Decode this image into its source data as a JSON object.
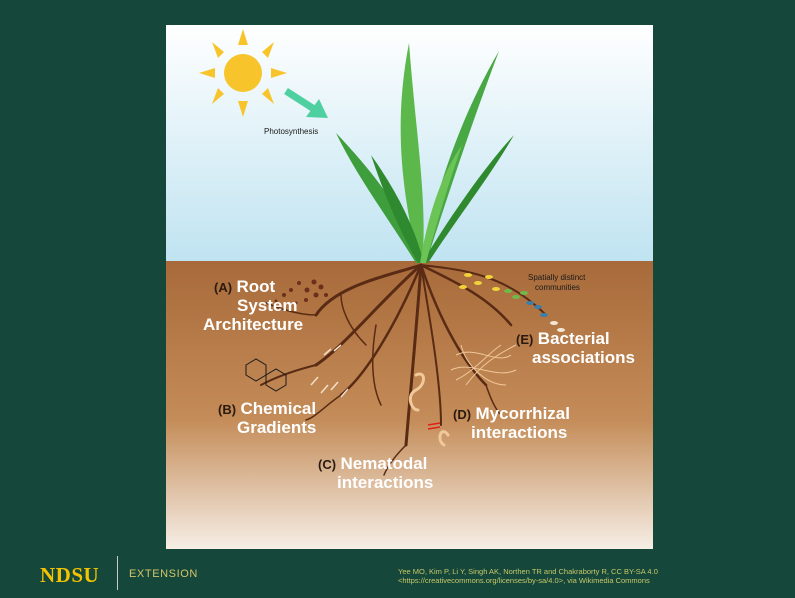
{
  "figure": {
    "photosynthesis": "Photosynthesis",
    "communities_line1": "Spatially distinct",
    "communities_line2": "communities",
    "a_key": "(A)",
    "a_line1": "Root",
    "a_line2": "System",
    "a_line3": "Architecture",
    "b_key": "(B)",
    "b_line1": "Chemical",
    "b_line2": "Gradients",
    "c_key": "(C)",
    "c_line1": "Nematodal",
    "c_line2": "interactions",
    "d_key": "(D)",
    "d_line1": "Mycorrhizal",
    "d_line2": "interactions",
    "e_key": "(E)",
    "e_line1": "Bacterial",
    "e_line2": "associations",
    "colors": {
      "sky": "#cde9f3",
      "soil": "#b97f4c",
      "root": "#5a2b14",
      "leaf": "#3a9a3a",
      "sun": "#f7c52b",
      "arrow": "#4fd0a0"
    }
  },
  "footer": {
    "logo": "NDSU",
    "unit": "EXTENSION",
    "credit_line1": "Yee MO, Kim P, Li Y, Singh AK, Northen TR and Chakraborty R, CC BY-SA 4.0",
    "credit_line2": "<https://creativecommons.org/licenses/by-sa/4.0>, via Wikimedia Commons"
  }
}
